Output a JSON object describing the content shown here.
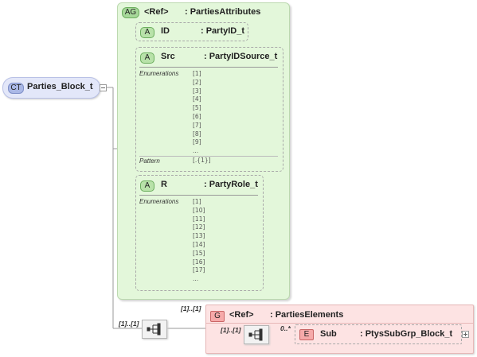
{
  "complex_type": {
    "badge": "CT",
    "name": "Parties_Block_t"
  },
  "attribute_group": {
    "badge": "AG",
    "ref": "<Ref>",
    "type": ": PartiesAttributes",
    "attributes": [
      {
        "badge": "A",
        "name": "ID",
        "type": ": PartyID_t"
      },
      {
        "badge": "A",
        "name": "Src",
        "type": ": PartyIDSource_t",
        "enumerations_label": "Enumerations",
        "enumerations": [
          "[1]",
          "[2]",
          "[3]",
          "[4]",
          "[5]",
          "[6]",
          "[7]",
          "[8]",
          "[9]",
          "..."
        ],
        "pattern_label": "Pattern",
        "pattern": "[.{1}]"
      },
      {
        "badge": "A",
        "name": "R",
        "type": ": PartyRole_t",
        "enumerations_label": "Enumerations",
        "enumerations": [
          "[1]",
          "[10]",
          "[11]",
          "[12]",
          "[13]",
          "[14]",
          "[15]",
          "[16]",
          "[17]",
          "..."
        ]
      }
    ]
  },
  "sequence_occurrence": "[1]..[1]",
  "group": {
    "occurrence": "[1]..[1]",
    "badge": "G",
    "ref": "<Ref>",
    "type": ": PartiesElements",
    "inner_sequence_occurrence": "[1]..[1]",
    "element": {
      "occurrence": "0..*",
      "badge": "E",
      "name": "Sub",
      "type": ": PtysSubGrp_Block_t"
    }
  },
  "colors": {
    "green_fill": "#e3f7da",
    "green_border": "#bcd9b0",
    "ct_fill": "#dfe4f8",
    "ct_badge": "#aab8e6",
    "group_fill": "#fde3e3",
    "group_badge": "#f6a9a9"
  }
}
